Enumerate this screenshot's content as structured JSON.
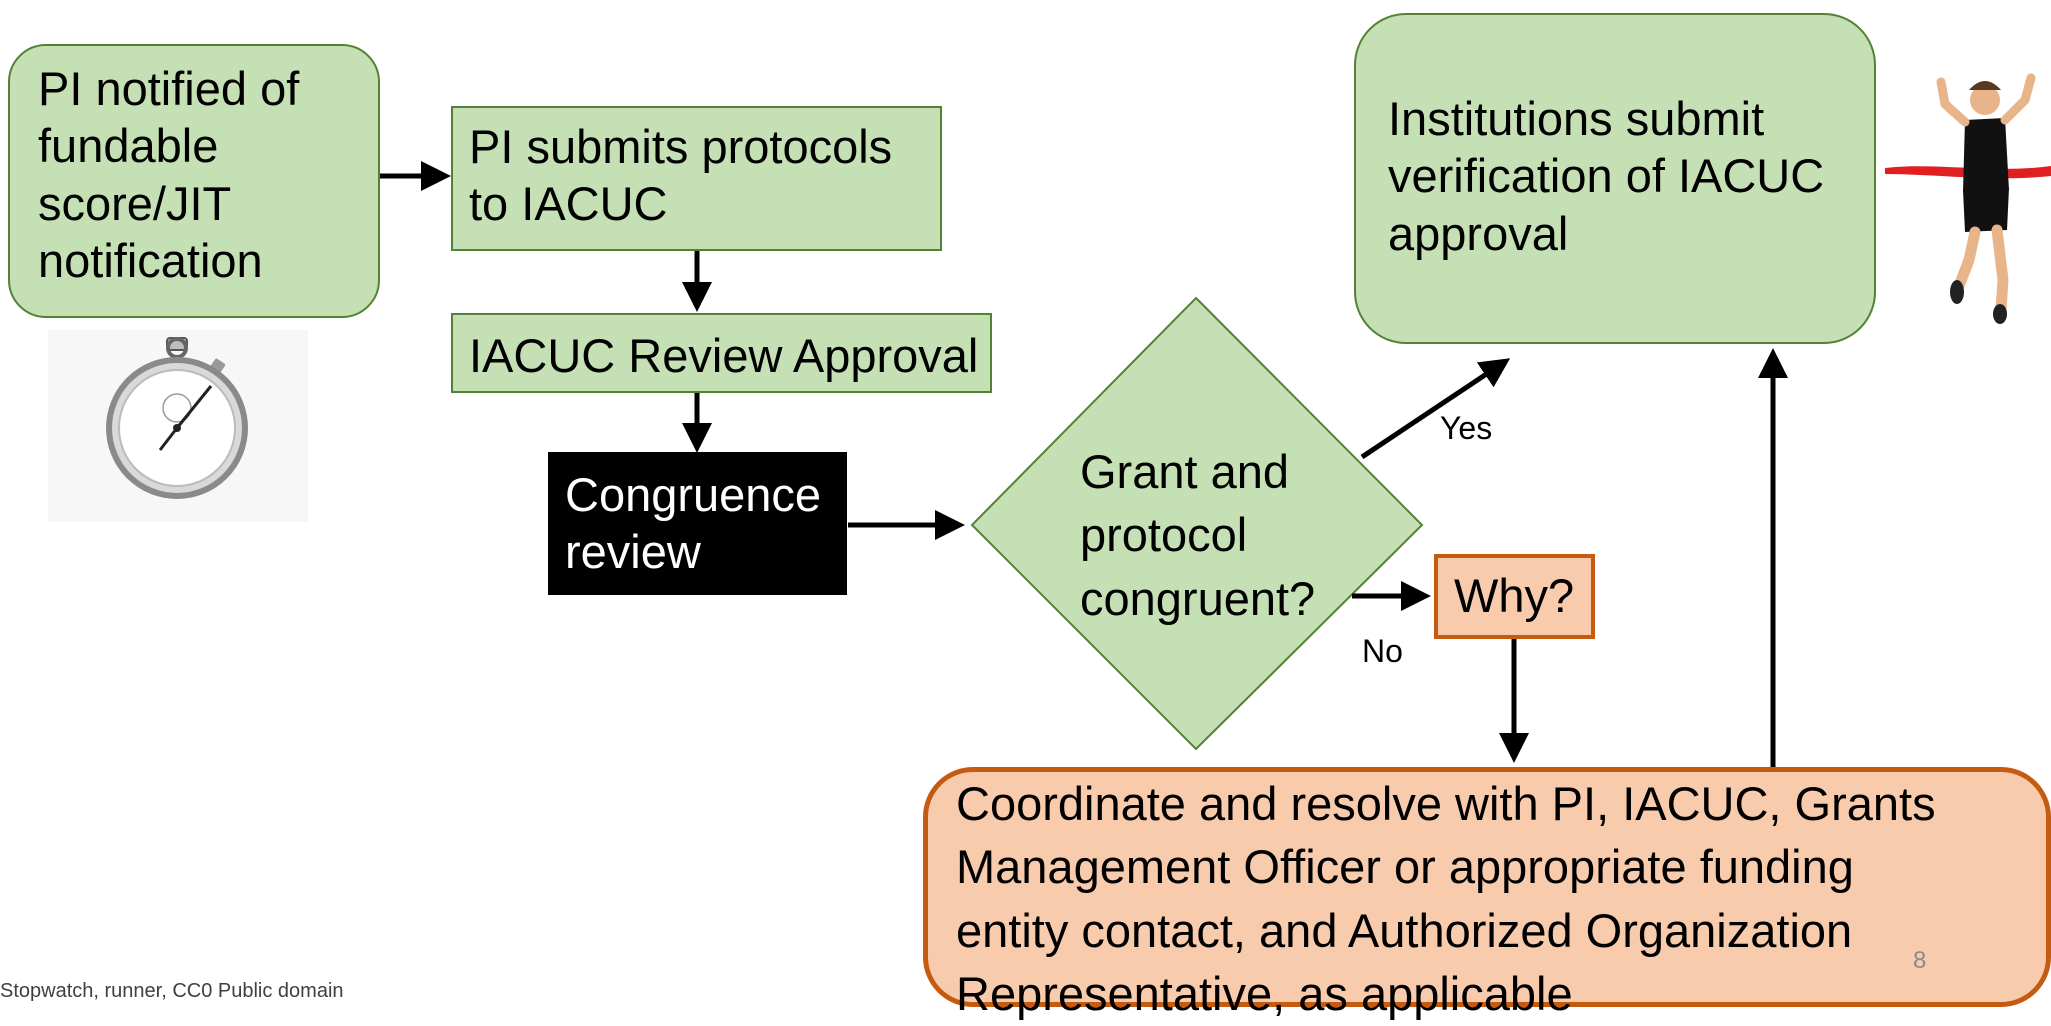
{
  "nodes": {
    "pi_notified": "PI notified of fundable score/JIT notification",
    "pi_submits": "PI submits protocols to IACUC",
    "iacuc_review": "IACUC Review Approval",
    "congruence_review": "Congruence review",
    "decision": "Grant and protocol congruent?",
    "institutions_submit": "Institutions submit verification of IACUC approval",
    "why": "Why?",
    "coordinate": "Coordinate and resolve with PI, IACUC, Grants Management Officer or appropriate funding entity contact, and Authorized Organization Representative, as applicable"
  },
  "edge_labels": {
    "yes": "Yes",
    "no": "No"
  },
  "footer": {
    "credit": "Stopwatch, runner, CC0 Public domain",
    "page_number": "8"
  },
  "images": {
    "stopwatch": "stopwatch-icon",
    "runner": "runner-icon"
  },
  "colors": {
    "green_fill": "#c5e0b4",
    "orange_fill": "#f8cbad",
    "orange_border": "#c55a11",
    "black_fill": "#000000"
  }
}
